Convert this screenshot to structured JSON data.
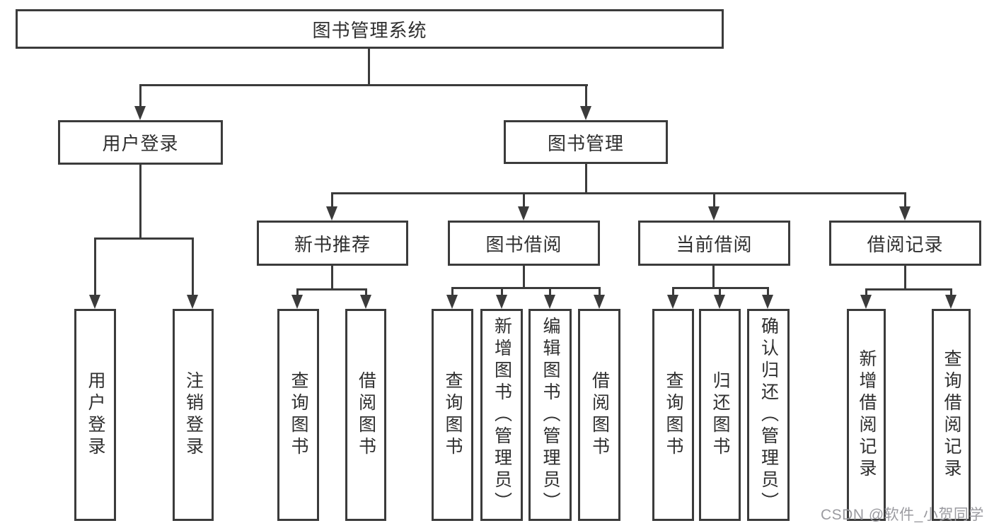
{
  "diagram": {
    "type": "hierarchy-tree",
    "colors": {
      "line": "#3b3b3b",
      "border": "#3b3b3b",
      "text": "#2f2f2f",
      "background": "#ffffff",
      "watermark_text": "#9b9ba0"
    },
    "watermark": "CSDN @软件_小贺同学",
    "nodes": {
      "root": {
        "label": "图书管理系统"
      },
      "user_login": {
        "label": "用户登录"
      },
      "book_mgmt": {
        "label": "图书管理"
      },
      "new_book_rec": {
        "label": "新书推荐"
      },
      "book_borrow": {
        "label": "图书借阅"
      },
      "current_borrow": {
        "label": "当前借阅"
      },
      "borrow_records": {
        "label": "借阅记录"
      },
      "leaf_user_login": {
        "label": "用户登录"
      },
      "leaf_logout": {
        "label": "注销登录"
      },
      "leaf_nb_query": {
        "label": "查询图书"
      },
      "leaf_nb_borrow": {
        "label": "借阅图书"
      },
      "leaf_bb_query": {
        "label": "查询图书"
      },
      "leaf_bb_add": {
        "label": "新增图书（管理员）"
      },
      "leaf_bb_edit": {
        "label": "编辑图书（管理员）"
      },
      "leaf_bb_borrow": {
        "label": "借阅图书"
      },
      "leaf_cb_query": {
        "label": "查询图书"
      },
      "leaf_cb_return": {
        "label": "归还图书"
      },
      "leaf_cb_confirm": {
        "label": "确认归还（管理员）"
      },
      "leaf_br_add": {
        "label": "新增借阅记录"
      },
      "leaf_br_query": {
        "label": "查询借阅记录"
      }
    },
    "structure": {
      "图书管理系统": {
        "用户登录": [
          "用户登录",
          "注销登录"
        ],
        "图书管理": {
          "新书推荐": [
            "查询图书",
            "借阅图书"
          ],
          "图书借阅": [
            "查询图书",
            "新增图书（管理员）",
            "编辑图书（管理员）",
            "借阅图书"
          ],
          "当前借阅": [
            "查询图书",
            "归还图书",
            "确认归还（管理员）"
          ],
          "借阅记录": [
            "新增借阅记录",
            "查询借阅记录"
          ]
        }
      }
    }
  }
}
